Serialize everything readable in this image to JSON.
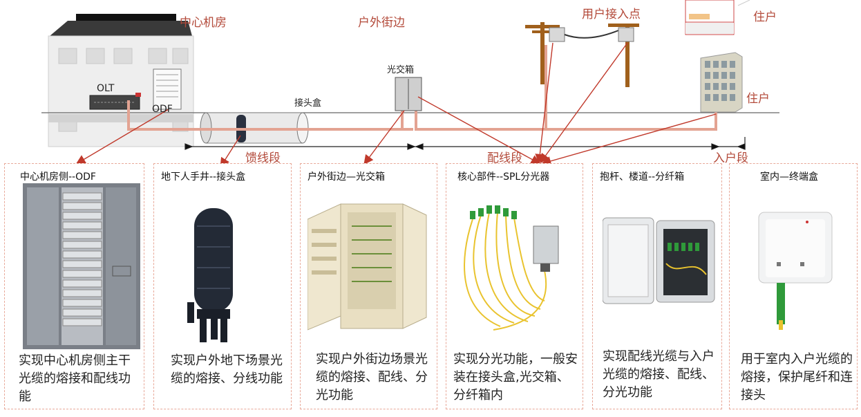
{
  "diagram": {
    "labels": {
      "central_office": "中心机房",
      "outdoor_street": "户外街边",
      "user_access_point": "用户接入点",
      "resident_top": "住户",
      "resident_mid": "住户",
      "olt": "OLT",
      "odf": "ODF",
      "splice_closure": "接头盒",
      "cabinet": "光交箱",
      "feeder_segment": "馈线段",
      "distribution_segment": "配线段",
      "drop_segment": "入户段"
    },
    "colors": {
      "fiber": "#e3a392",
      "arrow": "#c0392b",
      "label_red": "#b34a3a",
      "card_border": "#e8a898"
    }
  },
  "cards": [
    {
      "title": "中心机房侧--ODF",
      "desc": "实现中心机房侧主干光缆的熔接和配线功能",
      "icon": "odf-rack-icon"
    },
    {
      "title": "地下人手井--接头盒",
      "desc": "实现户外地下场景光缆的熔接、分线功能",
      "icon": "splice-closure-icon"
    },
    {
      "title": "户外街边—光交箱",
      "desc": "实现户外街边场景光缆的熔接、配线、分光功能",
      "icon": "cross-connect-cabinet-icon"
    },
    {
      "title": "核心部件--SPL分光器",
      "desc": "实现分光功能，一般安装在接头盒,光交箱、分纤箱内",
      "icon": "splitter-icon"
    },
    {
      "title": "抱杆、楼道--分纤箱",
      "desc": "实现配线光缆与入户光缆的熔接、配线、分光功能",
      "icon": "distribution-box-icon"
    },
    {
      "title": "室内—终端盒",
      "desc": "用于室内入户光缆的熔接，保护尾纤和连接头",
      "icon": "terminal-box-icon"
    }
  ]
}
